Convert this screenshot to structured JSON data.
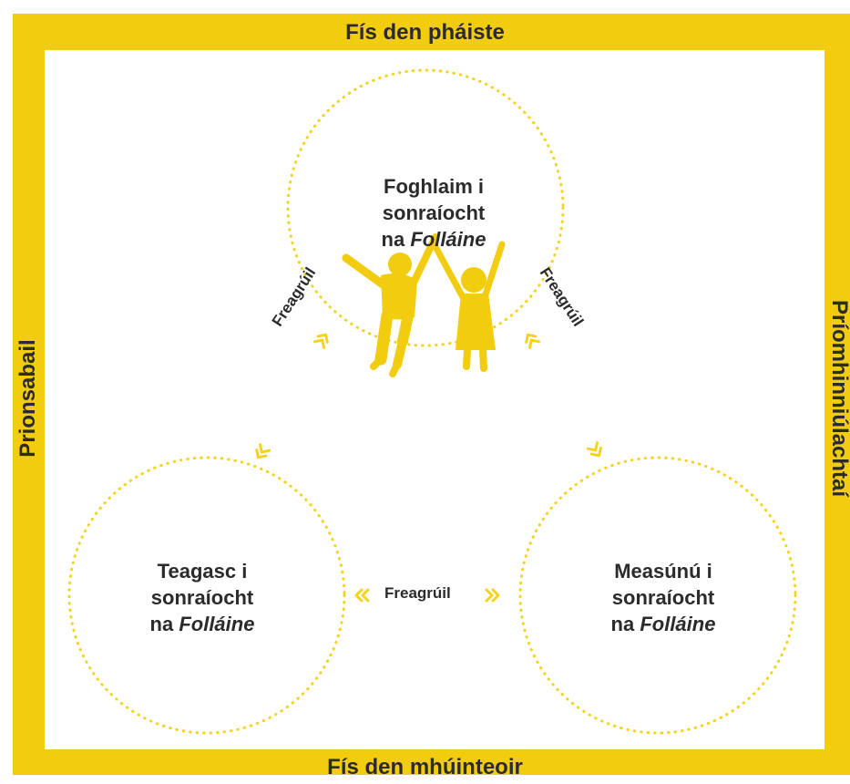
{
  "frame": {
    "top_label": "Fís den pháiste",
    "bottom_label": "Fís den mhúinteoir",
    "left_label": "Prionsabail",
    "right_label": "Príomhinniúlachtaí"
  },
  "circles": {
    "top": {
      "line1": "Foghlaim i",
      "line2": "sonraíocht",
      "line3_prefix": "na ",
      "line3_italic": "Folláine"
    },
    "left": {
      "line1": "Teagasc i",
      "line2": "sonraíocht",
      "line3_prefix": "na ",
      "line3_italic": "Folláine"
    },
    "right": {
      "line1": "Measúnú i",
      "line2": "sonraíocht",
      "line3_prefix": "na ",
      "line3_italic": "Folláine"
    }
  },
  "connectors": {
    "left_label": "Freagrúil",
    "right_label": "Freagrúil",
    "bottom_label": "Freagrúil"
  },
  "icons": {
    "arrows": "double-chevron-icon",
    "children": "jumping-children-icon"
  },
  "colors": {
    "frame": "#f2cc0f",
    "accent": "#f5d21c",
    "text": "#2b2b2b",
    "background": "#ffffff"
  }
}
